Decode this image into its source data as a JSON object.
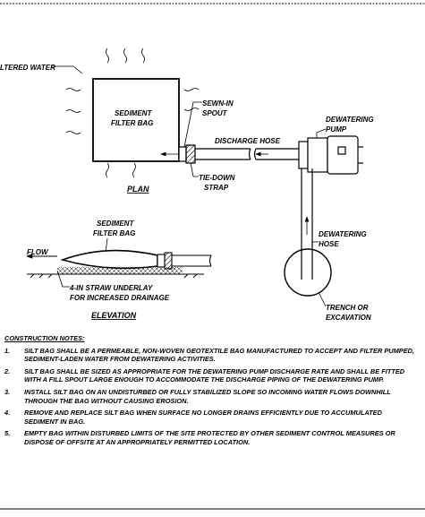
{
  "plan": {
    "filtered_water": "LTERED WATER",
    "bag_line1": "SEDIMENT",
    "bag_line2": "FILTER BAG",
    "spout_line1": "SEWN-IN",
    "spout_line2": "SPOUT",
    "discharge_hose": "DISCHARGE HOSE",
    "pump_line1": "DEWATERING",
    "pump_line2": "PUMP",
    "strap_line1": "TIE-DOWN",
    "strap_line2": "STRAP",
    "title": "PLAN",
    "dewatering_hose_line1": "DEWATERING",
    "dewatering_hose_line2": "HOSE",
    "trench_line1": "TRENCH OR",
    "trench_line2": "EXCAVATION"
  },
  "elevation": {
    "bag_line1": "SEDIMENT",
    "bag_line2": "FILTER BAG",
    "flow": "FLOW",
    "straw_line1": "4-IN STRAW UNDERLAY",
    "straw_line2": "FOR INCREASED DRAINAGE",
    "title": "ELEVATION"
  },
  "notes": {
    "title": "CONSTRUCTION NOTES:",
    "items": [
      {
        "num": "1.",
        "text": "SILT BAG SHALL BE A PERMEABLE, NON-WOVEN GEOTEXTILE BAG MANUFACTURED TO ACCEPT AND FILTER PUMPED, SEDIMENT-LADEN WATER FROM DEWATERING ACTIVITIES."
      },
      {
        "num": "2.",
        "text": "SILT BAG SHALL BE SIZED AS APPROPRIATE FOR THE DEWATERING PUMP DISCHARGE RATE AND SHALL BE FITTED WITH A FILL SPOUT LARGE ENOUGH TO ACCOMMODATE THE DISCHARGE PIPING OF THE DEWATERING PUMP."
      },
      {
        "num": "3.",
        "text": "INSTALL SILT BAG ON AN UNDISTURBED OR FULLY STABILIZED SLOPE SO INCOMING WATER FLOWS DOWNHILL THROUGH THE BAG WITHOUT CAUSING EROSION."
      },
      {
        "num": "4.",
        "text": "REMOVE AND REPLACE SILT BAG WHEN SURFACE NO LONGER DRAINS EFFICIENTLY DUE TO ACCUMULATED SEDIMENT IN BAG."
      },
      {
        "num": "5.",
        "text": "EMPTY BAG WITHIN DISTURBED LIMITS OF THE SITE PROTECTED BY OTHER SEDIMENT CONTROL MEASURES OR DISPOSE OF OFFSITE AT AN APPROPRIATELY PERMITTED LOCATION."
      }
    ]
  },
  "colors": {
    "ink": "#000000",
    "paper": "#ffffff"
  }
}
